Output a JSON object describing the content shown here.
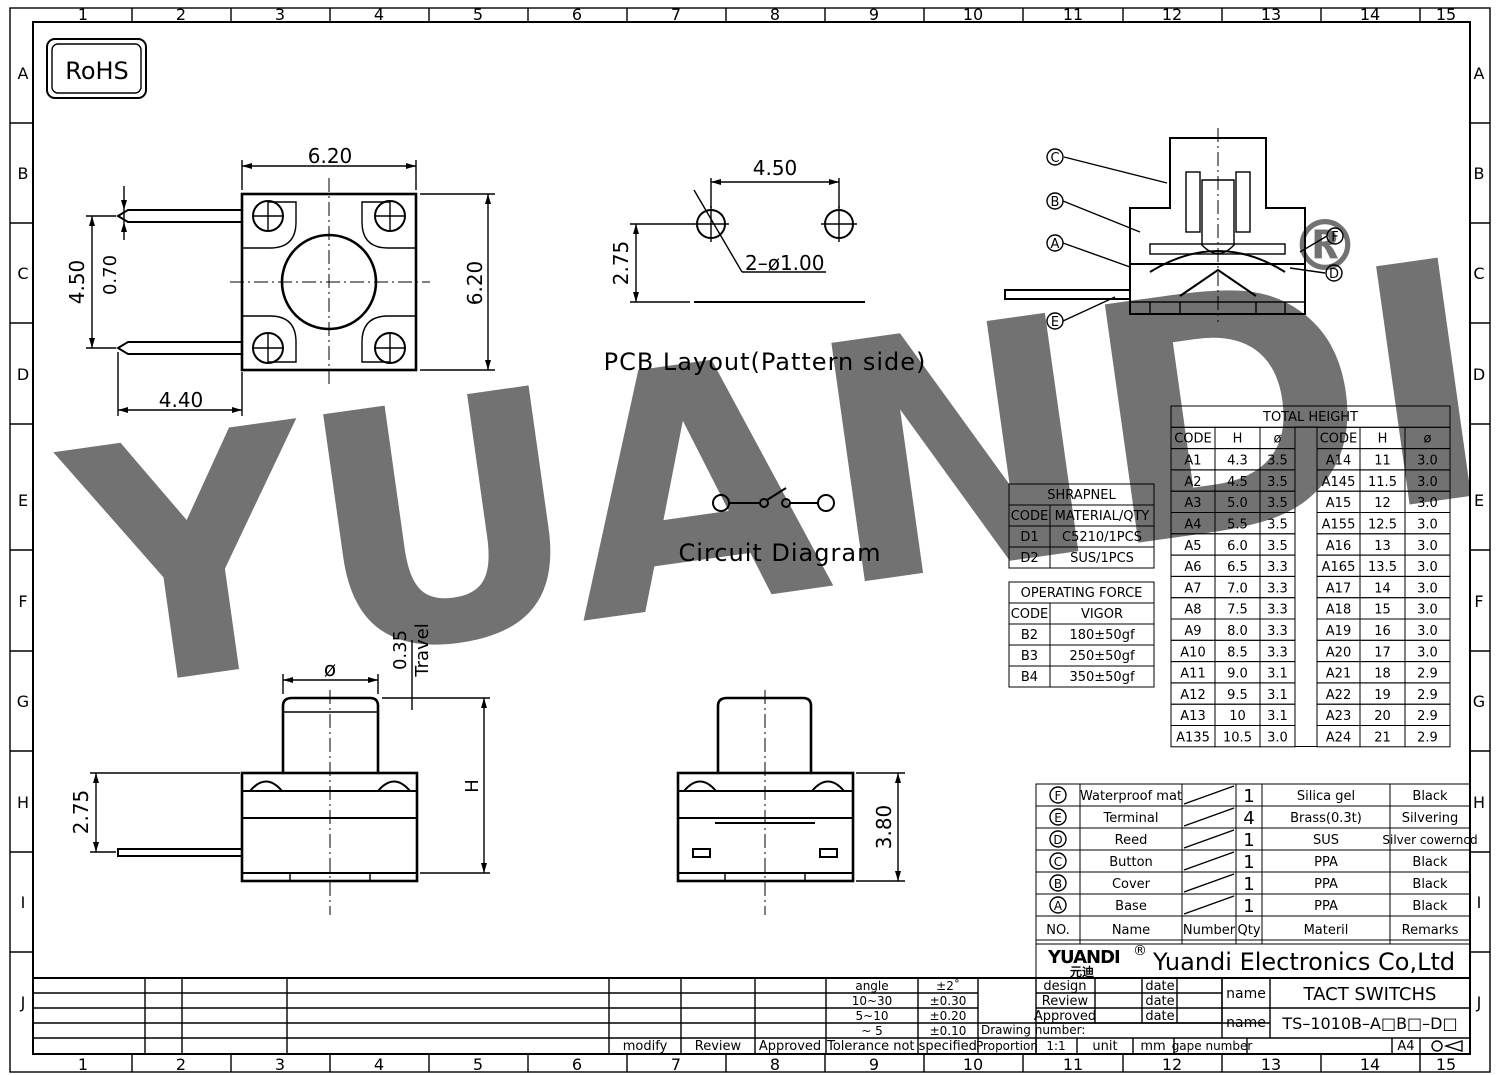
{
  "frame": {
    "columns": [
      "1",
      "2",
      "3",
      "4",
      "5",
      "6",
      "7",
      "8",
      "9",
      "10",
      "11",
      "12",
      "13",
      "14",
      "15"
    ],
    "rows": [
      "A",
      "B",
      "C",
      "D",
      "E",
      "F",
      "G",
      "H",
      "I",
      "J"
    ]
  },
  "badge": "RoHS",
  "watermark": {
    "text": "YUANDI",
    "color": "#b9d3ea",
    "accent": "#c7e3c6"
  },
  "dims": {
    "top_width": "6.20",
    "right_height": "6.20",
    "pin_spacing": "4.50",
    "pin_width": "0.70",
    "pin_length": "4.40",
    "pcb_spacing": "4.50",
    "pcb_offset": "2.75",
    "pcb_hole": "2–ø1.00",
    "side_phi": "ø",
    "travel_value": "0.35",
    "travel_label": "Travel",
    "side_pin_height": "2.75",
    "side_H": "H",
    "front_height": "3.80"
  },
  "labels": {
    "pcb_layout": "PCB Layout(Pattern side)",
    "circuit": "Circuit Diagram"
  },
  "callouts": [
    "C",
    "B",
    "A",
    "E",
    "F",
    "D"
  ],
  "shrapnel": {
    "title": "SHRAPNEL",
    "headers": [
      "CODE",
      "MATERIAL/QTY"
    ],
    "rows": [
      [
        "D1",
        "C5210/1PCS"
      ],
      [
        "D2",
        "SUS/1PCS"
      ]
    ]
  },
  "operating_force": {
    "title": "OPERATING FORCE",
    "headers": [
      "CODE",
      "VIGOR"
    ],
    "rows": [
      [
        "B2",
        "180±50gf"
      ],
      [
        "B3",
        "250±50gf"
      ],
      [
        "B4",
        "350±50gf"
      ]
    ]
  },
  "total_height": {
    "title": "TOTAL HEIGHT",
    "headers": [
      "CODE",
      "H",
      "ø",
      "CODE",
      "H",
      "ø"
    ],
    "rows": [
      [
        "A1",
        "4.3",
        "3.5",
        "A14",
        "11",
        "3.0"
      ],
      [
        "A2",
        "4.5",
        "3.5",
        "A145",
        "11.5",
        "3.0"
      ],
      [
        "A3",
        "5.0",
        "3.5",
        "A15",
        "12",
        "3.0"
      ],
      [
        "A4",
        "5.5",
        "3.5",
        "A155",
        "12.5",
        "3.0"
      ],
      [
        "A5",
        "6.0",
        "3.5",
        "A16",
        "13",
        "3.0"
      ],
      [
        "A6",
        "6.5",
        "3.3",
        "A165",
        "13.5",
        "3.0"
      ],
      [
        "A7",
        "7.0",
        "3.3",
        "A17",
        "14",
        "3.0"
      ],
      [
        "A8",
        "7.5",
        "3.3",
        "A18",
        "15",
        "3.0"
      ],
      [
        "A9",
        "8.0",
        "3.3",
        "A19",
        "16",
        "3.0"
      ],
      [
        "A10",
        "8.5",
        "3.3",
        "A20",
        "17",
        "3.0"
      ],
      [
        "A11",
        "9.0",
        "3.1",
        "A21",
        "18",
        "2.9"
      ],
      [
        "A12",
        "9.5",
        "3.1",
        "A22",
        "19",
        "2.9"
      ],
      [
        "A13",
        "10",
        "3.1",
        "A23",
        "20",
        "2.9"
      ],
      [
        "A135",
        "10.5",
        "3.0",
        "A24",
        "21",
        "2.9"
      ]
    ]
  },
  "bom": {
    "rows": [
      {
        "no": "F",
        "name": "Waterproof mat",
        "qty": "1",
        "material": "Silica gel",
        "remarks": "Black"
      },
      {
        "no": "E",
        "name": "Terminal",
        "qty": "4",
        "material": "Brass(0.3t)",
        "remarks": "Silvering"
      },
      {
        "no": "D",
        "name": "Reed",
        "qty": "1",
        "material": "SUS",
        "remarks": "Silver cowerncd"
      },
      {
        "no": "C",
        "name": "Button",
        "qty": "1",
        "material": "PPA",
        "remarks": "Black"
      },
      {
        "no": "B",
        "name": "Cover",
        "qty": "1",
        "material": "PPA",
        "remarks": "Black"
      },
      {
        "no": "A",
        "name": "Base",
        "qty": "1",
        "material": "PPA",
        "remarks": "Black"
      }
    ],
    "headers": {
      "no": "NO.",
      "name": "Name",
      "number": "Number",
      "qty": "Qty",
      "material": "Materil",
      "remarks": "Remarks"
    }
  },
  "company": {
    "logo": "YUANDI",
    "logo_mark": "®",
    "logo_cn": "元迪",
    "name": "Yuandi Electronics Co,Ltd"
  },
  "title_block": {
    "design": "design",
    "review": "Review",
    "approved": "Approved",
    "date": "date",
    "name_label": "name",
    "product": "TACT SWITCHS",
    "part": "TS–1010B–A□B□–D□",
    "drawing_number": "Drawing number:",
    "proportion": "Proportion",
    "scale": "1:1",
    "unit": "unit",
    "mm": "mm",
    "gape": "gape number",
    "size": "A4"
  },
  "tolerance": {
    "angle": "angle",
    "angle_val": "±2˚",
    "r1": "10~30",
    "v1": "±0.30",
    "r2": "5~10",
    "v2": "±0.20",
    "r3": "~ 5",
    "v3": "±0.10",
    "label": "Tolerance not specified"
  },
  "revision": {
    "modify": "modify",
    "review": "Review",
    "approved": "Approved"
  }
}
